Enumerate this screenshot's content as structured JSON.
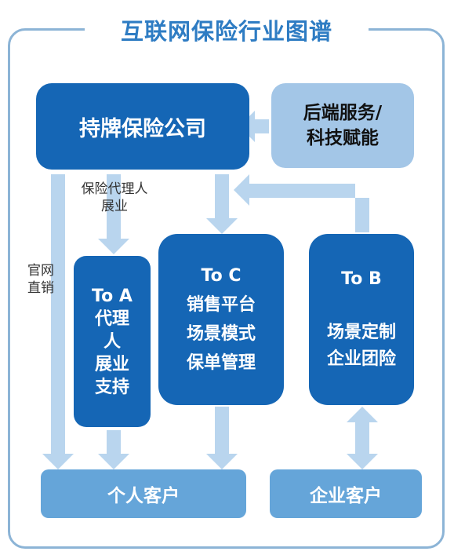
{
  "title": "互联网保险行业图谱",
  "nodes": {
    "insurer": "持牌保险公司",
    "backend": [
      "后端服务/",
      "科技赋能"
    ],
    "to_a": [
      "To A",
      "代理",
      "人",
      "展业",
      "支持"
    ],
    "to_c": [
      "To C",
      "销售平台",
      "场景模式",
      "保单管理"
    ],
    "to_b": [
      "To B",
      "",
      "场景定制",
      "企业团险"
    ],
    "personal": "个人客户",
    "enterprise": "企业客户"
  },
  "labels": {
    "agent": [
      "保险代理人",
      "展业"
    ],
    "direct": [
      "官网",
      "直销"
    ]
  },
  "colors": {
    "primary": "#1566b5",
    "light": "#a3c6e7",
    "customer": "#65a5d9",
    "arrow": "#b9d5ee",
    "title": "#2e7cc3"
  }
}
